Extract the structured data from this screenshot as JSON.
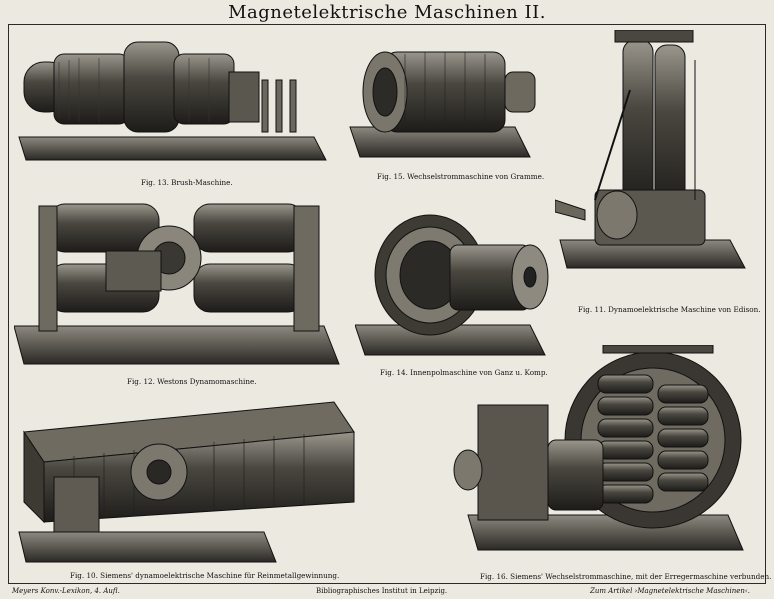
{
  "title": "Magnetelektrische Maschinen II.",
  "captions": {
    "fig13": "Fig. 13. Brush-Maschine.",
    "fig15": "Fig. 15. Wechselstrommaschine von Gramme.",
    "fig11": "Fig. 11. Dynamoelektrische Maschine von Edison.",
    "fig12": "Fig. 12. Westons Dynamomaschine.",
    "fig14": "Fig. 14. Innenpolmaschine von Ganz u. Komp.",
    "fig10": "Fig. 10. Siemens' dynamoelektrische Maschine für Reinmetallgewinnung.",
    "fig16": "Fig. 16. Siemens' Wechselstrommaschine, mit der Erregermaschine verbunden."
  },
  "footer": {
    "left": "Meyers Konv.-Lexikon, 4. Aufl.",
    "center": "Bibliographisches Institut in Leipzig.",
    "right": "Zum Artikel ›Magnetelektrische Maschinen‹."
  }
}
